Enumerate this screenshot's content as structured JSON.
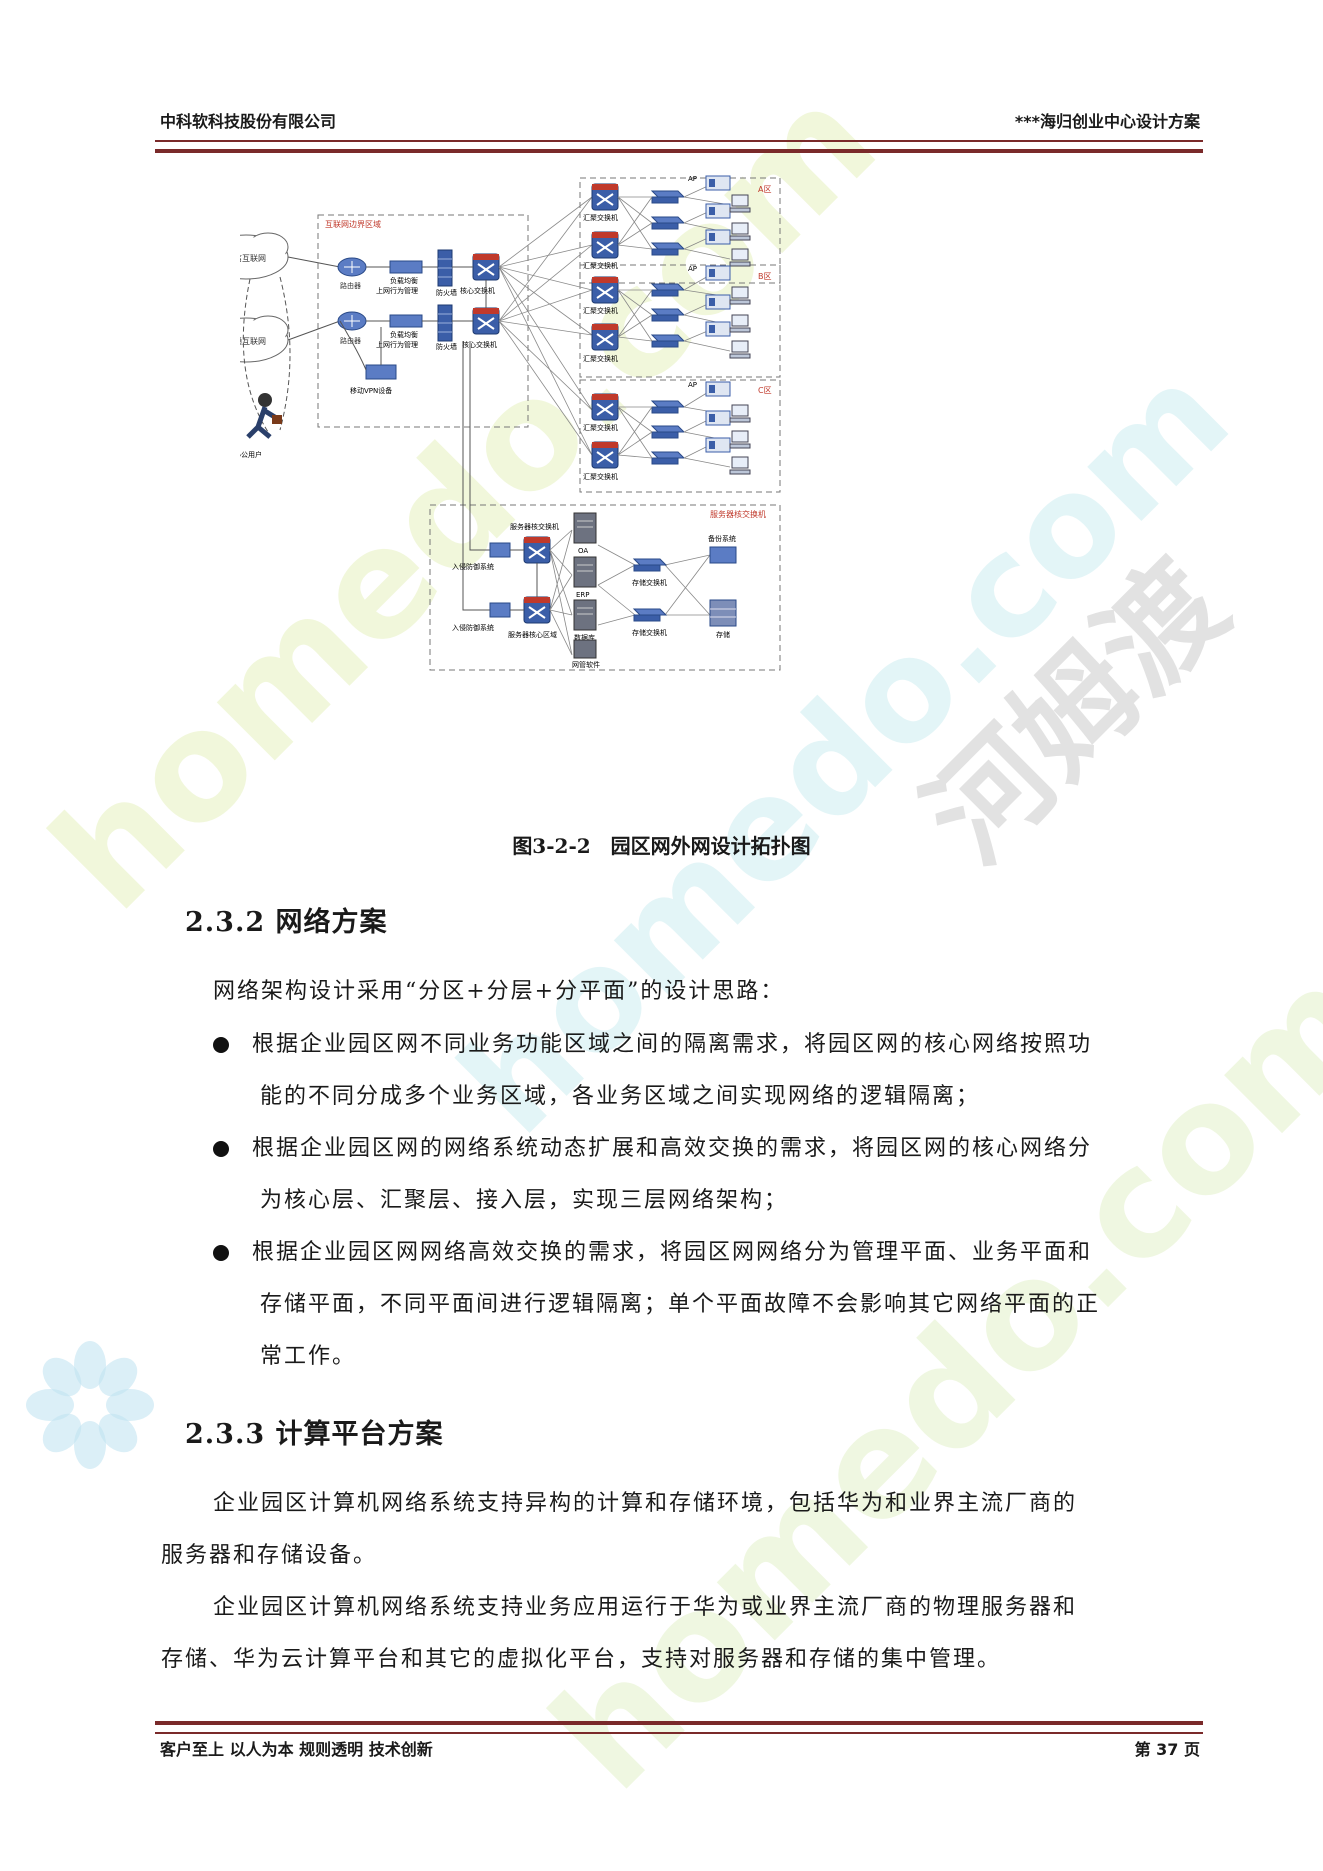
{
  "header": {
    "company": "中科软科技股份有限公司",
    "doc_title": "***海归创业中心设计方案"
  },
  "diagram": {
    "zones": {
      "internet_boundary": "互联网边界区域",
      "zone_a": "A区",
      "zone_b": "B区",
      "zone_c": "C区",
      "server_zone": "服务器核交换机"
    },
    "clouds": [
      "电信互联网",
      "联通互联网"
    ],
    "router": "路由器",
    "load_balancer": [
      "负载均衡",
      "上网行为管理"
    ],
    "firewall": "防火墙",
    "core_switch": "核心交换机",
    "vpn": "移动VPN设备",
    "mobile_user": "移动办公用户",
    "agg_switch": "汇聚交换机",
    "ap": "AP",
    "ips": "入侵防御系统",
    "server_switch": "服务器核交换机",
    "server_core_zone": "服务器核心区域",
    "servers": [
      "OA",
      "ERP",
      "数据库",
      "网管软件"
    ],
    "storage_switch": "存储交换机",
    "backup": "备份系统",
    "storage": "存储"
  },
  "figure_caption": "图3-2-2　园区网外网设计拓扑图",
  "section_232": {
    "heading": "2.3.2 网络方案",
    "intro": "网络架构设计采用“分区+分层+分平面”的设计思路：",
    "bullets": [
      {
        "line1": "根据企业园区网不同业务功能区域之间的隔离需求，将园区网的核心网络按照功",
        "line2": "能的不同分成多个业务区域，各业务区域之间实现网络的逻辑隔离；"
      },
      {
        "line1": "根据企业园区网的网络系统动态扩展和高效交换的需求，将园区网的核心网络分",
        "line2": "为核心层、汇聚层、接入层，实现三层网络架构；"
      },
      {
        "line1": "根据企业园区网网络高效交换的需求，将园区网网络分为管理平面、业务平面和",
        "line2": "存储平面，不同平面间进行逻辑隔离；单个平面故障不会影响其它网络平面的正",
        "line3": "常工作。"
      }
    ]
  },
  "section_233": {
    "heading": "2.3.3 计算平台方案",
    "p1_line1": "企业园区计算机网络系统支持异构的计算和存储环境，包括华为和业界主流厂商的",
    "p1_line2": "服务器和存储设备。",
    "p2_line1": "企业园区计算机网络系统支持业务应用运行于华为或业界主流厂商的物理服务器和",
    "p2_line2": "存储、华为云计算平台和其它的虚拟化平台，支持对服务器和存储的集中管理。"
  },
  "footer": {
    "motto": "客户至上  以人为本  规则透明  技术创新",
    "page": "第 37 页"
  },
  "watermark": {
    "text1": "homedo.com",
    "text2": "河姆渡"
  },
  "colors": {
    "rule": "#7a2a2a",
    "accent_red": "#c0392b",
    "device_blue": "#3b5ea8"
  }
}
